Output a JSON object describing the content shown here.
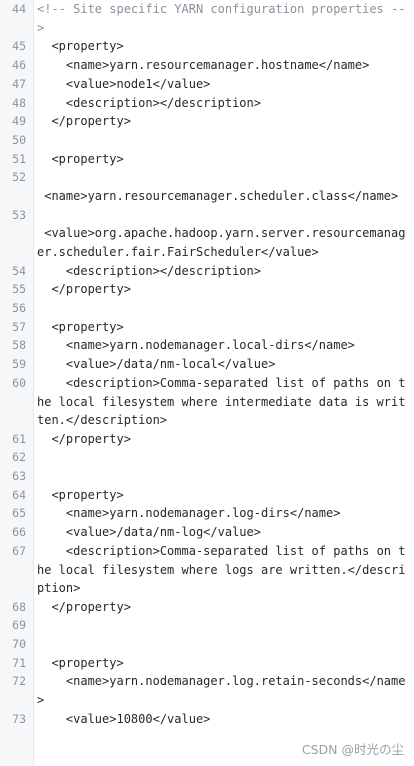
{
  "code": {
    "lines": [
      {
        "num": "44",
        "text": "<!-- Site specific YARN configuration properties -->",
        "style": "comment"
      },
      {
        "num": "45",
        "text": "  <property>"
      },
      {
        "num": "46",
        "text": "    <name>yarn.resourcemanager.hostname</name>"
      },
      {
        "num": "47",
        "text": "    <value>node1</value>"
      },
      {
        "num": "48",
        "text": "    <description></description>"
      },
      {
        "num": "49",
        "text": "  </property>"
      },
      {
        "num": "50",
        "text": ""
      },
      {
        "num": "51",
        "text": "  <property>"
      },
      {
        "num": "52",
        "text": ""
      },
      {
        "num": "",
        "text": " <name>yarn.resourcemanager.scheduler.class</name>"
      },
      {
        "num": "53",
        "text": ""
      },
      {
        "num": "",
        "text": " <value>org.apache.hadoop.yarn.server.resourcemanager.scheduler.fair.FairScheduler</value>"
      },
      {
        "num": "54",
        "text": "    <description></description>"
      },
      {
        "num": "55",
        "text": "  </property>"
      },
      {
        "num": "56",
        "text": ""
      },
      {
        "num": "57",
        "text": "  <property>"
      },
      {
        "num": "58",
        "text": "    <name>yarn.nodemanager.local-dirs</name>"
      },
      {
        "num": "59",
        "text": "    <value>/data/nm-local</value>"
      },
      {
        "num": "60",
        "text": "    <description>Comma-separated list of paths on the local filesystem where intermediate data is written.</description>"
      },
      {
        "num": "61",
        "text": "  </property>"
      },
      {
        "num": "62",
        "text": ""
      },
      {
        "num": "63",
        "text": ""
      },
      {
        "num": "64",
        "text": "  <property>"
      },
      {
        "num": "65",
        "text": "    <name>yarn.nodemanager.log-dirs</name>"
      },
      {
        "num": "66",
        "text": "    <value>/data/nm-log</value>"
      },
      {
        "num": "67",
        "text": "    <description>Comma-separated list of paths on the local filesystem where logs are written.</description>"
      },
      {
        "num": "68",
        "text": "  </property>"
      },
      {
        "num": "69",
        "text": ""
      },
      {
        "num": "70",
        "text": ""
      },
      {
        "num": "71",
        "text": "  <property>"
      },
      {
        "num": "72",
        "text": "    <name>yarn.nodemanager.log.retain-seconds</name>"
      },
      {
        "num": "73",
        "text": "    <value>10800</value>"
      }
    ]
  },
  "watermark": "CSDN @时光の尘"
}
